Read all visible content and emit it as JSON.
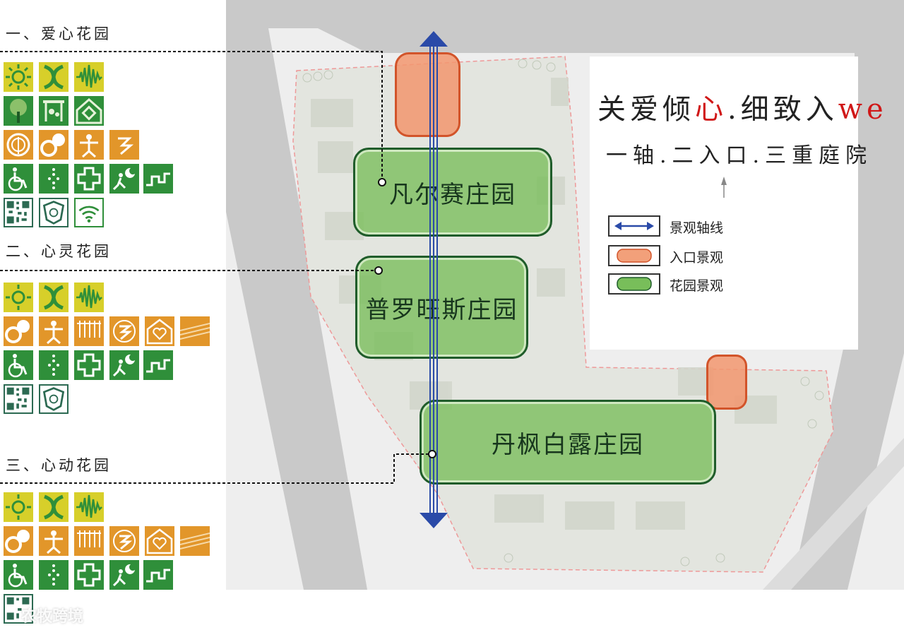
{
  "sections": [
    {
      "title": "一、爱心花园"
    },
    {
      "title": "二、心灵花园"
    },
    {
      "title": "三、心动花园"
    }
  ],
  "gardens": [
    {
      "name": "凡尔赛庄园"
    },
    {
      "name": "普罗旺斯庄园"
    },
    {
      "name": "丹枫白露庄园"
    }
  ],
  "slogan": {
    "line1_prefix": "关爱倾",
    "line1_heart": "心",
    "line1_mid": ".细致入",
    "line1_we": "we",
    "line2": "一轴.二入口.三重庭院"
  },
  "legend": [
    {
      "label": "景观轴线"
    },
    {
      "label": "入口景观"
    },
    {
      "label": "花园景观"
    }
  ],
  "icons_legend": {
    "qr": "qr-code-icon"
  },
  "colors": {
    "yellow": "#d7cf2a",
    "green": "#2f8f3a",
    "orange": "#e2962a",
    "axis_blue": "#2a4aa8",
    "entrance": "#f2a07a",
    "garden_fill": "#78be5a"
  },
  "watermark": "农牧跨境"
}
